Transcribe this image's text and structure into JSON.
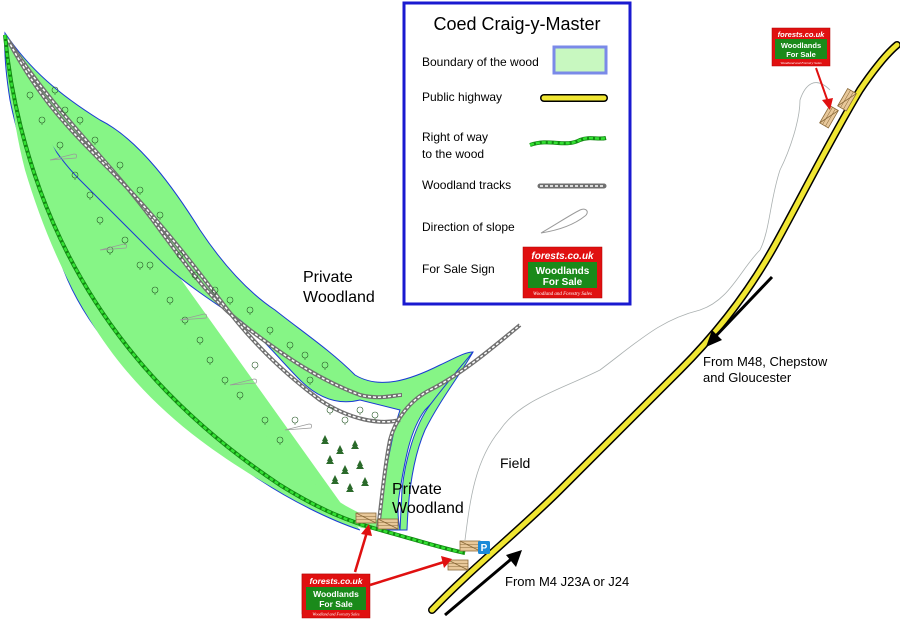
{
  "map": {
    "labels": {
      "private_woodland_1_line1": "Private",
      "private_woodland_1_line2": "Woodland",
      "private_woodland_2_line1": "Private",
      "private_woodland_2_line2": "Woodland",
      "field": "Field",
      "from_north_line1": "From M48, Chepstow",
      "from_north_line2": "and Gloucester",
      "from_south": "From M4 J23A or J24"
    },
    "parking_symbol": "P",
    "colors": {
      "wood_fill": "#86f586",
      "wood_boundary": "#1a3ad4",
      "highway_fill": "#f0e632",
      "right_of_way": "#22c422",
      "legend_border": "#1a1ad0",
      "sign_red": "#e01010",
      "sign_green": "#1a8a1a",
      "arrow_red": "#e01010"
    }
  },
  "legend": {
    "title": "Coed Craig-y-Master",
    "items": [
      {
        "label": "Boundary of the wood",
        "symbol": "boundary-swatch"
      },
      {
        "label": "Public highway",
        "symbol": "highway-line"
      },
      {
        "label_line1": "Right of way",
        "label_line2": "to the wood",
        "symbol": "right-of-way-line"
      },
      {
        "label": "Woodland tracks",
        "symbol": "track-line"
      },
      {
        "label": "Direction of slope",
        "symbol": "slope-arrow"
      },
      {
        "label": "For Sale Sign",
        "symbol": "for-sale-sign"
      }
    ]
  },
  "sign": {
    "site": "forests.co.uk",
    "line1": "Woodlands",
    "line2": "For Sale",
    "footer": "Woodland and Forestry Sales"
  }
}
